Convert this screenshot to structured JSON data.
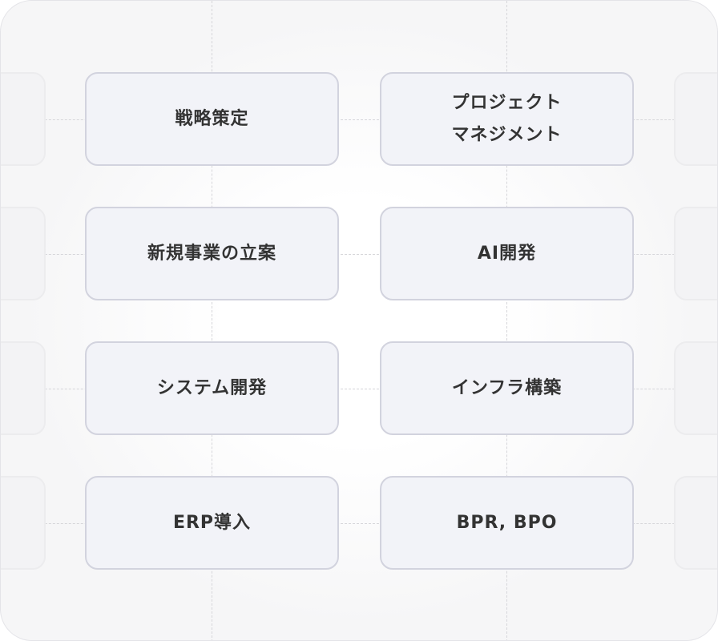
{
  "services": [
    {
      "label": "戦略策定"
    },
    {
      "label": "プロジェクト\nマネジメント"
    },
    {
      "label": "新規事業の立案"
    },
    {
      "label": "AI開発"
    },
    {
      "label": "システム開発"
    },
    {
      "label": "インフラ構築"
    },
    {
      "label": "ERP導入"
    },
    {
      "label": "BPR, BPO"
    }
  ]
}
